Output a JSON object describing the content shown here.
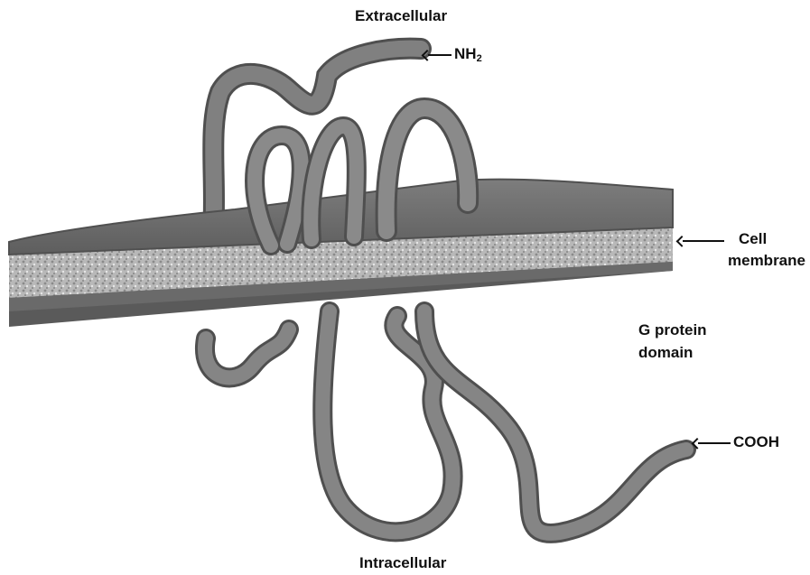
{
  "labels": {
    "extracellular": "Extracellular",
    "intracellular": "Intracellular",
    "nh2_main": "NH",
    "nh2_sub": "2",
    "cooh": "COOH",
    "cell_membrane_line1": "Cell",
    "cell_membrane_line2": "membrane",
    "g_protein_line1": "G protein",
    "g_protein_line2": "domain"
  },
  "colors": {
    "ribbon": "#7a7a7a",
    "ribbon_edge": "#4d4d4d",
    "membrane_top": "#6a6a6a",
    "membrane_core": "#b5b5b5",
    "text": "#111111"
  }
}
